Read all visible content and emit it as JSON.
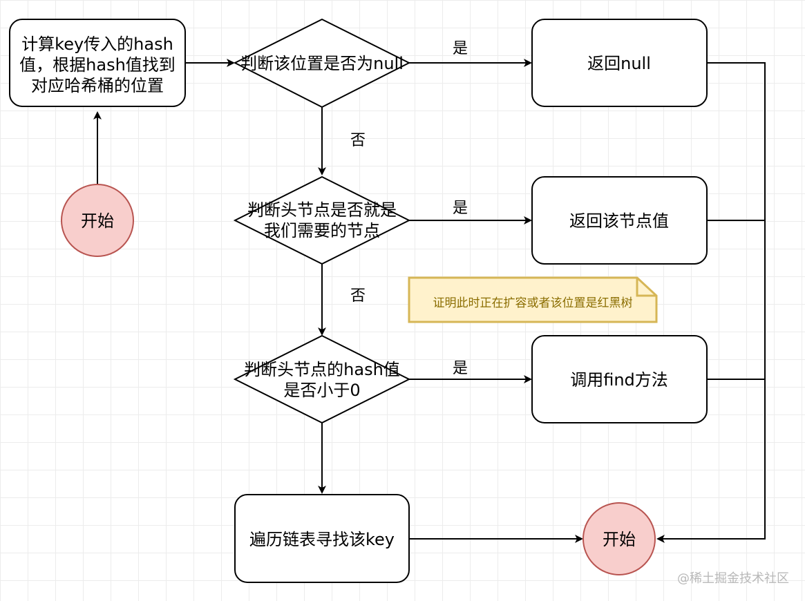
{
  "nodes": {
    "compute": {
      "line1": "计算key传入的hash",
      "line2": "值，根据hash值找到",
      "line3": "对应哈希桶的位置"
    },
    "start": {
      "label": "开始"
    },
    "decision_null": {
      "label": "判断该位置是否为null"
    },
    "return_null": {
      "label": "返回null"
    },
    "decision_head": {
      "line1": "判断头节点是否就是",
      "line2": "我们需要的节点"
    },
    "return_node": {
      "label": "返回该节点值"
    },
    "decision_hash": {
      "line1": "判断头节点的hash值",
      "line2": "是否小于0"
    },
    "call_find": {
      "label": "调用find方法"
    },
    "traverse": {
      "label": "遍历链表寻找该key"
    },
    "end": {
      "label": "开始"
    }
  },
  "edges": {
    "yes1": "是",
    "no1": "否",
    "yes2": "是",
    "no2": "否",
    "yes3": "是"
  },
  "note": {
    "text": "证明此时正在扩容或者该位置是红黑树"
  },
  "watermark": "@稀土掘金技术社区",
  "colors": {
    "stroke": "#000000",
    "node_fill": "#ffffff",
    "circle_fill": "#f8cecc",
    "circle_stroke": "#b85450",
    "note_fill": "#fff2cc",
    "note_stroke": "#d6b656"
  }
}
